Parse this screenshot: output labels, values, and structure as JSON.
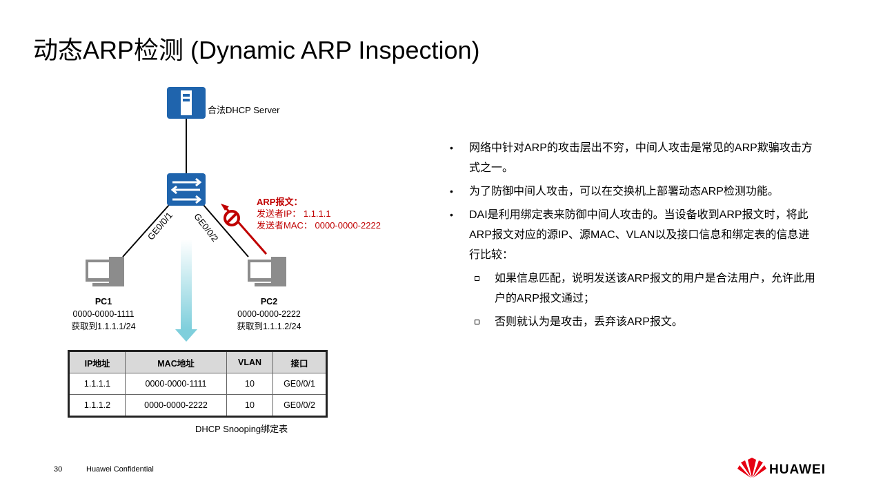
{
  "title": "动态ARP检测 (Dynamic ARP Inspection)",
  "diagram": {
    "server_label": "合法DHCP Server",
    "port1": "GE0/0/1",
    "port2": "GE0/0/2",
    "arp_title": "ARP报文：",
    "arp_ip": "发送者IP：  1.1.1.1",
    "arp_mac": "发送者MAC：  0000-0000-2222",
    "pc1": {
      "name": "PC1",
      "mac": "0000-0000-1111",
      "ip": "获取到1.1.1.1/24"
    },
    "pc2": {
      "name": "PC2",
      "mac": "0000-0000-2222",
      "ip": "获取到1.1.1.2/24"
    }
  },
  "table": {
    "headers": [
      "IP地址",
      "MAC地址",
      "VLAN",
      "接口"
    ],
    "rows": [
      [
        "1.1.1.1",
        "0000-0000-1111",
        "10",
        "GE0/0/1"
      ],
      [
        "1.1.1.2",
        "0000-0000-2222",
        "10",
        "GE0/0/2"
      ]
    ],
    "caption": "DHCP Snooping绑定表"
  },
  "bullets": [
    "网络中针对ARP的攻击层出不穷，中间人攻击是常见的ARP欺骗攻击方式之一。",
    "为了防御中间人攻击，可以在交换机上部署动态ARP检测功能。",
    "DAI是利用绑定表来防御中间人攻击的。当设备收到ARP报文时，将此ARP报文对应的源IP、源MAC、VLAN以及接口信息和绑定表的信息进行比较："
  ],
  "sub_bullets": [
    "如果信息匹配，说明发送该ARP报文的用户是合法用户，允许此用户的ARP报文通过；",
    "否则就认为是攻击，丢弃该ARP报文。"
  ],
  "footer": {
    "page": "30",
    "confidential": "Huawei Confidential",
    "brand": "HUAWEI"
  }
}
